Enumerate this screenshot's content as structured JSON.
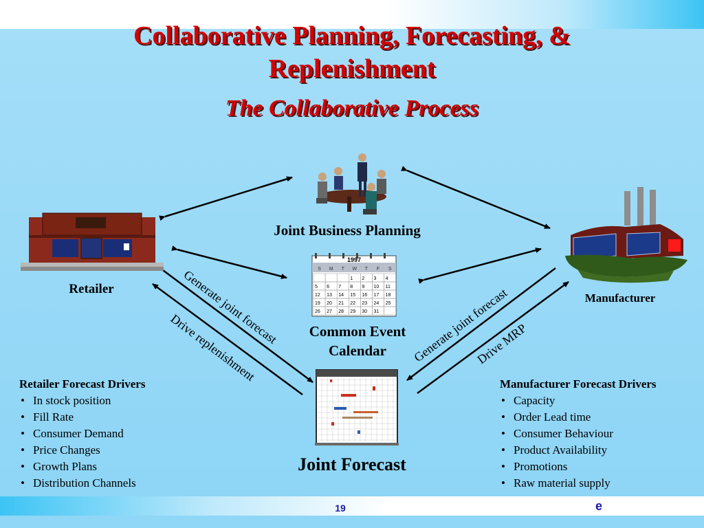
{
  "title": {
    "line1": "Collaborative Planning, Forecasting, &",
    "line2": "Replenishment",
    "subtitle": "The Collaborative Process"
  },
  "nodes": {
    "retailer": "Retailer",
    "manufacturer": "Manufacturer",
    "joint_business_planning": "Joint Business Planning",
    "common_event_calendar_1": "Common Event",
    "common_event_calendar_2": "Calendar",
    "joint_forecast": "Joint Forecast"
  },
  "arrow_labels": {
    "left_generate": "Generate joint forecast",
    "left_drive": "Drive replenishment",
    "right_generate": "Generate joint forecast",
    "right_drive": "Drive MRP"
  },
  "calendar": {
    "year": "1997",
    "days": [
      "S",
      "M",
      "T",
      "W",
      "T",
      "F",
      "S"
    ],
    "dates": [
      [
        "",
        "",
        "",
        "1",
        "2",
        "3",
        "4"
      ],
      [
        "5",
        "6",
        "7",
        "8",
        "9",
        "10",
        "11"
      ],
      [
        "12",
        "13",
        "14",
        "15",
        "16",
        "17",
        "18"
      ],
      [
        "19",
        "20",
        "21",
        "22",
        "23",
        "24",
        "25"
      ],
      [
        "26",
        "27",
        "28",
        "29",
        "30",
        "31",
        ""
      ]
    ]
  },
  "retailer_drivers": {
    "heading": "Retailer Forecast Drivers",
    "items": [
      "In stock position",
      "Fill Rate",
      "Consumer Demand",
      "Price Changes",
      "Growth Plans",
      "Distribution Channels"
    ]
  },
  "manufacturer_drivers": {
    "heading": "Manufacturer Forecast Drivers",
    "items": [
      "Capacity",
      "Order Lead time",
      "Consumer Behaviour",
      "Product Availability",
      "Promotions",
      "Raw material supply"
    ]
  },
  "footer": {
    "page_number": "19",
    "logo": "e"
  },
  "colors": {
    "title": "#d40000",
    "background": "#8fd6f7",
    "footer_text": "#1a1aa0"
  }
}
